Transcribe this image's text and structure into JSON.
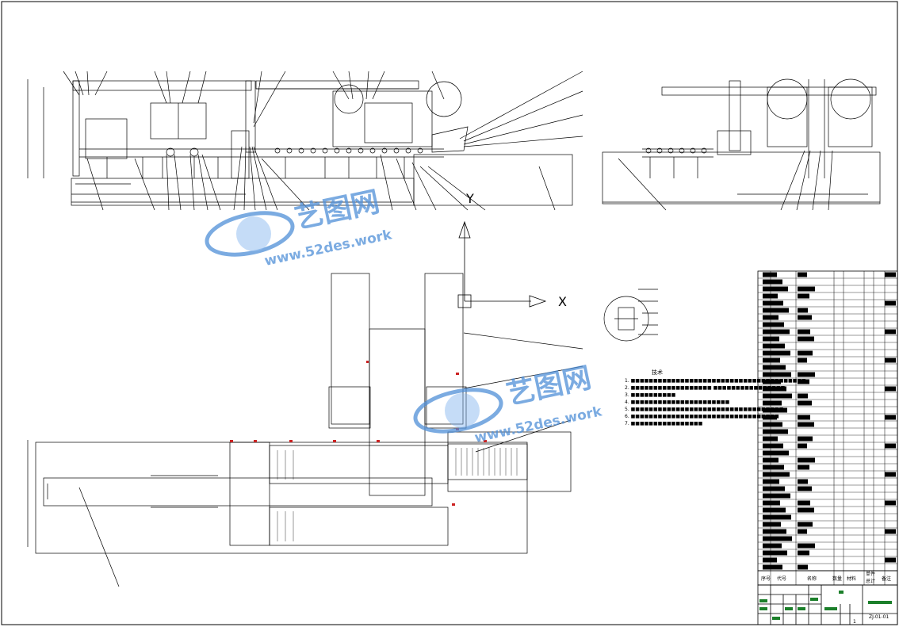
{
  "drawing": {
    "axis_y": "Y",
    "axis_x": "X"
  },
  "notes": {
    "title": "技术",
    "lines": [
      "1. ■■■■■■■■■■■■■■■■■■■■■■■■■■■■■■■■■■■■■■■",
      "2. ■■■■■■■■■■■■■■■■■■ ■■■■■■■■■■■■■■■■",
      "3. ■■■■■■■■■■",
      "4. ■■■■■■■■■■■■■■■■■■■■■■",
      "5. ■■■■■■■■■■■■■■■■■■■■■■■■■■■■■■■■■■",
      "6. ■■■■■■■■■■■■■■■■■■■■■■■■■■■■■■■■■",
      "7. ■■■■■■■■■■■■■■■■"
    ]
  },
  "parts_table": {
    "header": [
      "序号",
      "代号",
      "名称",
      "数量",
      "材料",
      "单件",
      "总计",
      "备注"
    ]
  },
  "title_block": {
    "drawing_no": "ZJ-01-01",
    "sheet": "1"
  },
  "watermark": {
    "brand": "艺图网",
    "url": "www.52des.work"
  },
  "colors": {
    "line": "#000000",
    "watermark": "#4f8fd8",
    "accent_red": "#cc2222"
  }
}
